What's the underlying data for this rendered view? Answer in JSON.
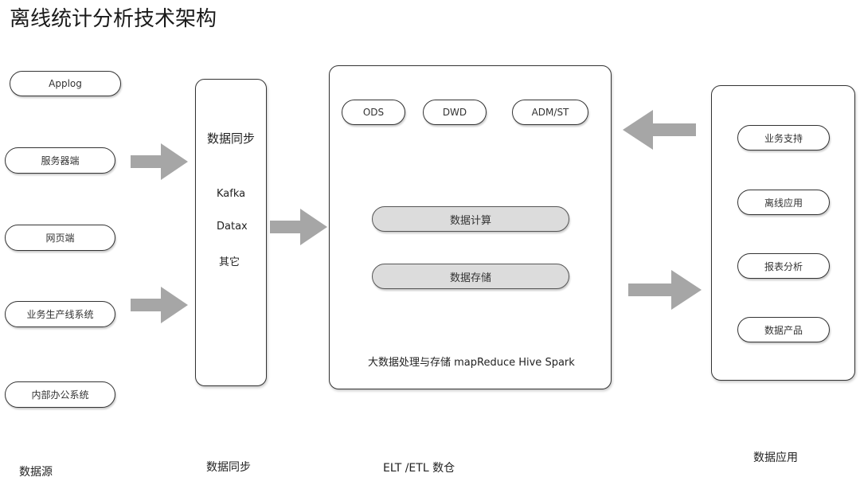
{
  "title": "离线统计分析技术架构",
  "sources": [
    "Applog",
    "服务器端",
    "网页端",
    "业务生产线系统",
    "内部办公系统"
  ],
  "sync": {
    "title": "数据同步",
    "items": [
      "Kafka",
      "Datax",
      "其它"
    ]
  },
  "warehouse": {
    "layers": [
      "ODS",
      "DWD",
      "ADM/ST"
    ],
    "processes": [
      "数据计算",
      "数据存储"
    ],
    "caption": "大数据处理与存储 mapReduce Hive Spark"
  },
  "applications": [
    "业务支持",
    "离线应用",
    "报表分析",
    "数据产品"
  ],
  "footer": {
    "source": "数据源",
    "sync": "数据同步",
    "warehouse": "ELT /ETL  数仓",
    "application": "数据应用"
  },
  "colors": {
    "arrow": "#a6a6a6",
    "border": "#333333",
    "process_fill": "#dcdcdc"
  },
  "icons": [
    "arrow-right-icon",
    "arrow-left-icon"
  ]
}
